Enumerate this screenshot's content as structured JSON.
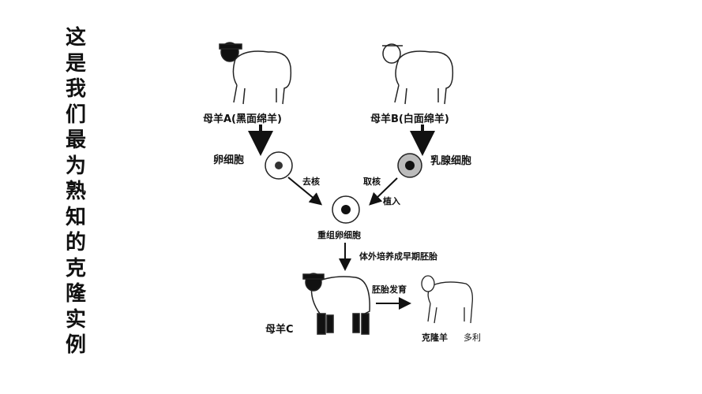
{
  "slide_title": "这是我们最为熟知的克隆实例",
  "diagram": {
    "ewe_a": "母羊A(黑面绵羊)",
    "ewe_b": "母羊B(白面绵羊)",
    "egg_cell": "卵细胞",
    "mammary_cell": "乳腺细胞",
    "enucleate": "去核",
    "take_nucleus": "取核",
    "implant": "植入",
    "recombined_egg": "重组卵细胞",
    "culture_step": "体外培养成早期胚胎",
    "embryo_development": "胚胎发育",
    "ewe_c": "母羊C",
    "clone_sheep": "克隆羊",
    "clone_name": "多利"
  }
}
